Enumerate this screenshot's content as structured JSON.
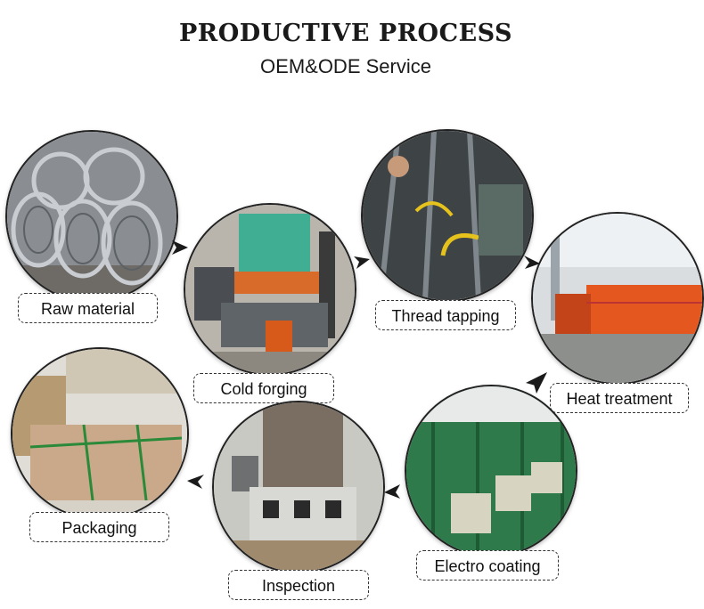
{
  "header": {
    "title": "PRODUCTIVE PROCESS",
    "subtitle": "OEM&ODE Service"
  },
  "steps": [
    {
      "label": "Raw material"
    },
    {
      "label": "Cold forging"
    },
    {
      "label": "Thread tapping"
    },
    {
      "label": "Heat treatment"
    },
    {
      "label": "Electro  coating"
    },
    {
      "label": "Inspection"
    },
    {
      "label": "Packaging"
    }
  ],
  "colors": {
    "text": "#1a1a1a",
    "arrow": "#1a1a1a",
    "label_border": "#333333"
  }
}
